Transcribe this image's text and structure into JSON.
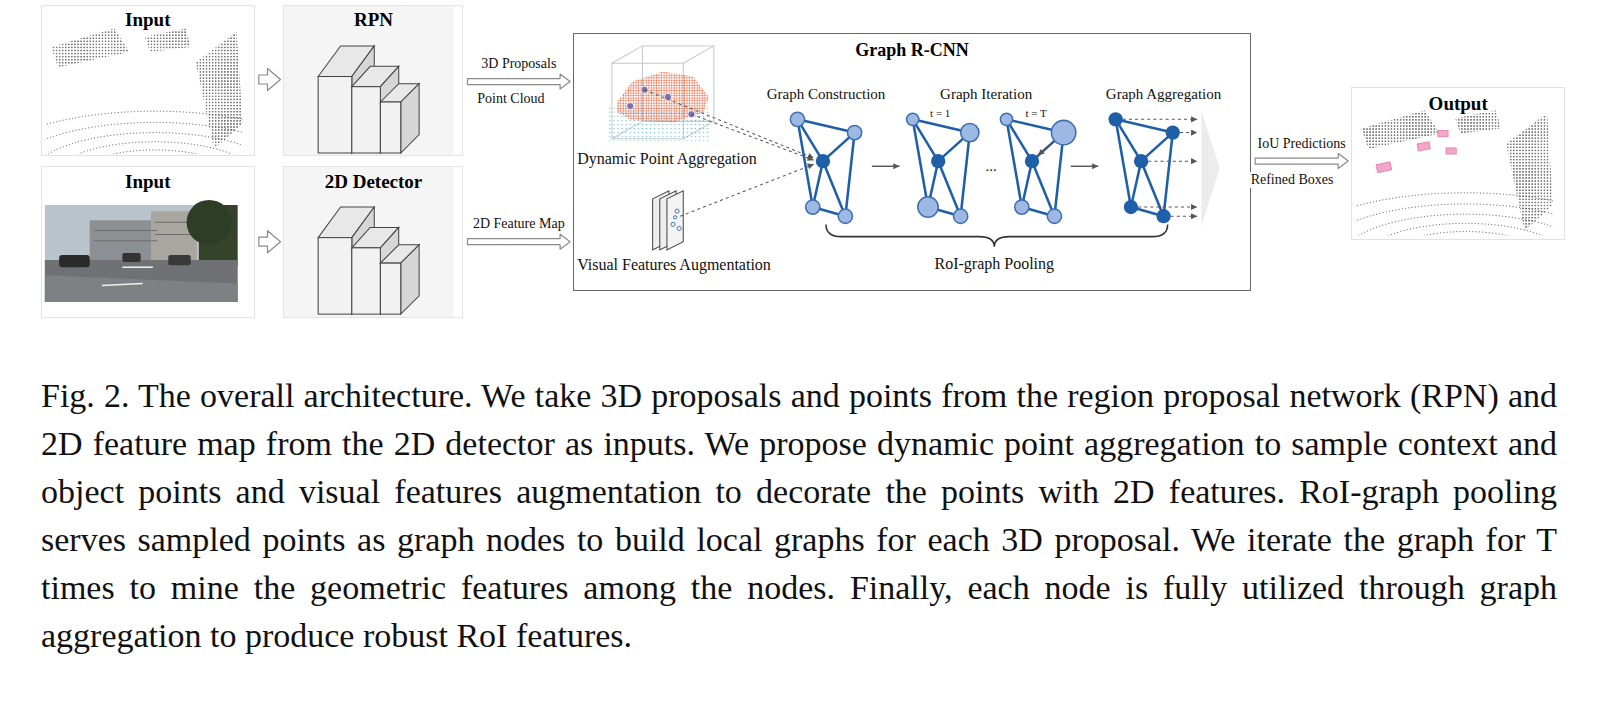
{
  "diagram": {
    "caption": "Fig. 2. The overall architecture. We take 3D proposals and points from the region proposal network (RPN) and 2D feature map from the 2D detector as inputs. We propose dynamic point aggregation to sample context and object points and visual features augmentation to decorate the points with 2D features. RoI-graph pooling serves sampled points as graph nodes to build local graphs for each 3D proposal. We iterate the graph for T times to mine the geometric features among the nodes. Finally, each node is fully utilized through graph aggregation to produce robust RoI features.",
    "nodes": [
      {
        "text": [
          "Input"
        ]
      },
      {
        "text": [
          "RPN"
        ]
      },
      {
        "text": [
          "Input"
        ]
      },
      {
        "text": [
          "2D Detector"
        ]
      },
      {
        "text": [
          "Graph R-CNN"
        ]
      },
      {
        "text": [
          "Output"
        ]
      }
    ],
    "edges": [
      {
        "from": 0,
        "to": 1,
        "arrow": "to"
      },
      {
        "from": 2,
        "to": 3,
        "arrow": "to"
      },
      {
        "from": 1,
        "to": 4,
        "label": "3D Proposals",
        "arrow": "to"
      },
      {
        "from": 3,
        "to": 4,
        "label": "2D Feature Map",
        "arrow": "to"
      },
      {
        "from": 4,
        "to": 5,
        "label": "IoU Predictions",
        "arrow": "to"
      }
    ],
    "labels": [
      "Point Cloud",
      "Dynamic Point Aggregation",
      "Graph Construction",
      "Graph Iteration",
      "t = 1",
      "t = T",
      "...",
      "Graph Aggregation",
      "Visual Features Augmentation",
      "RoI-graph Pooling",
      "Refined Boxes"
    ]
  }
}
